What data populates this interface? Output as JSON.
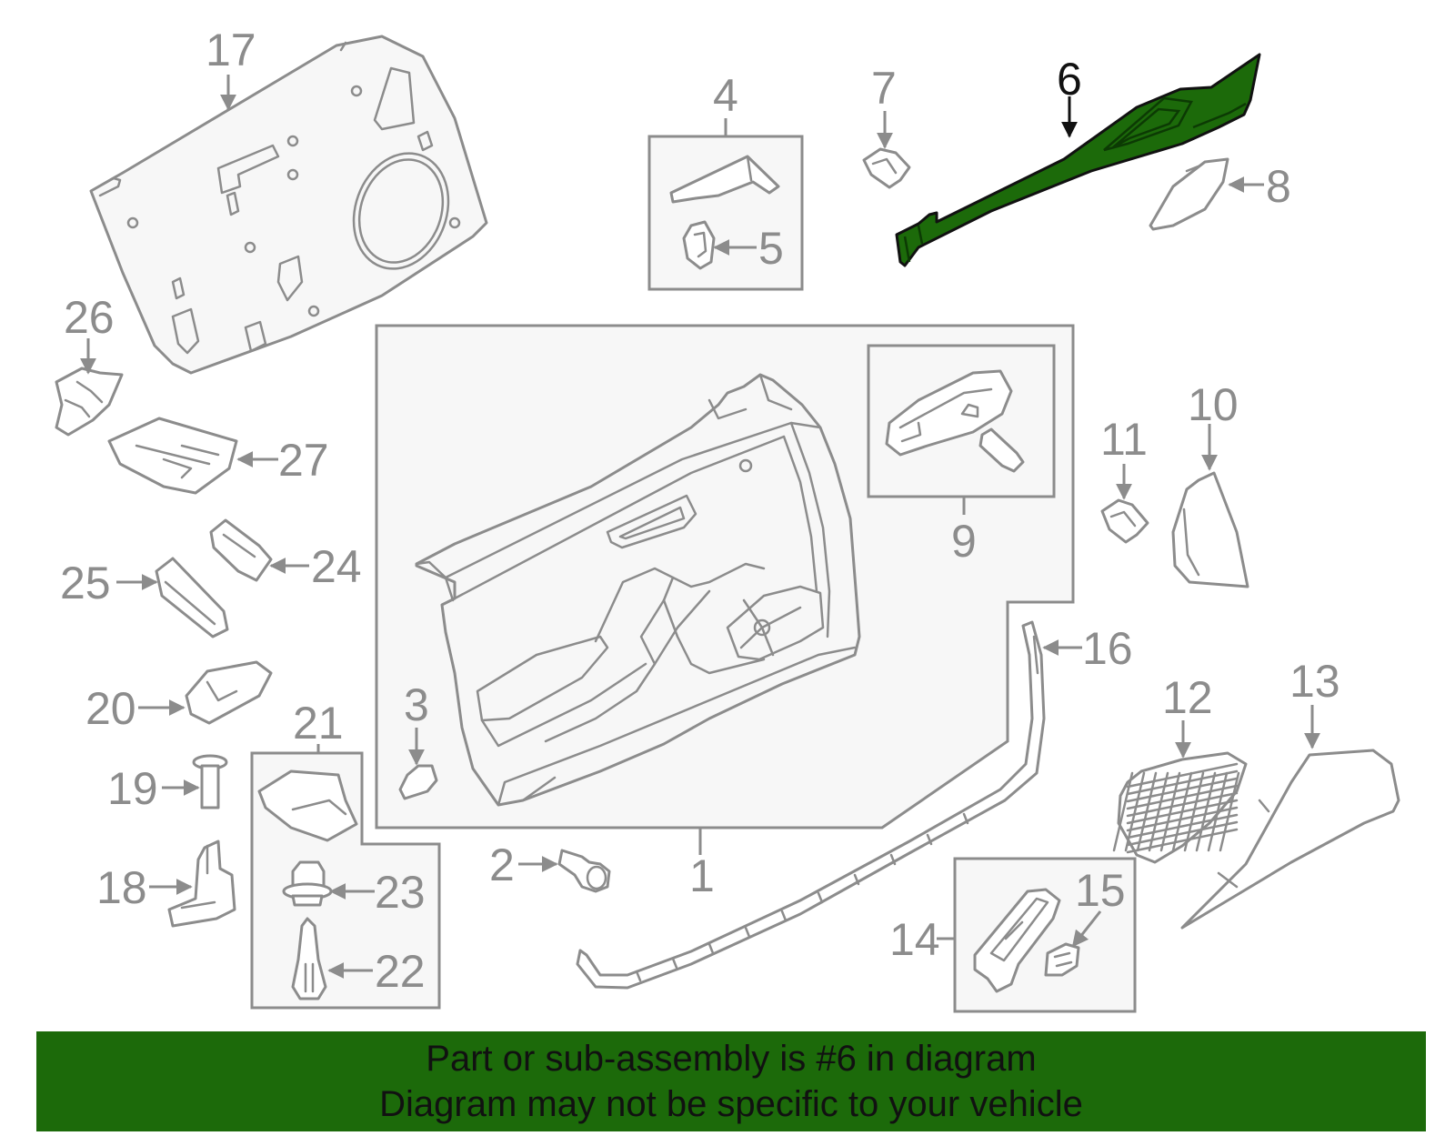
{
  "diagram": {
    "highlight_color": "#1c6a0a",
    "line_color": "#8c8c8c",
    "callouts": {
      "c1": "1",
      "c2": "2",
      "c3": "3",
      "c4": "4",
      "c5": "5",
      "c6": "6",
      "c7": "7",
      "c8": "8",
      "c9": "9",
      "c10": "10",
      "c11": "11",
      "c12": "12",
      "c13": "13",
      "c14": "14",
      "c15": "15",
      "c16": "16",
      "c17": "17",
      "c18": "18",
      "c19": "19",
      "c20": "20",
      "c21": "21",
      "c22": "22",
      "c23": "23",
      "c24": "24",
      "c25": "25",
      "c26": "26",
      "c27": "27"
    },
    "highlighted_callout": "6"
  },
  "banner": {
    "line1": "Part or sub-assembly is #6 in diagram",
    "line2": "Diagram may not be specific to your vehicle"
  }
}
